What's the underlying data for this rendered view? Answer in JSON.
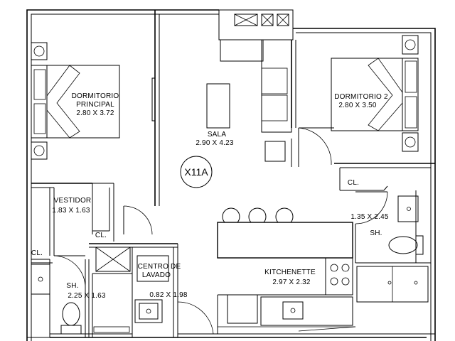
{
  "unit_tag": "X11A",
  "rooms": {
    "dormitorio_principal": {
      "name_line1": "DORMITORIO",
      "name_line2": "PRINCIPAL",
      "dims": "2.80 X 3.72"
    },
    "sala": {
      "name": "SALA",
      "dims": "2.90 X 4.23"
    },
    "dormitorio_2": {
      "name": "DORMITORIO 2",
      "dims": "2.80 X 3.50"
    },
    "vestidor": {
      "name": "VESTIDOR",
      "dims": "1.83 X 1.63"
    },
    "closet_left": {
      "name": "CL."
    },
    "closet_vestidor": {
      "name": "CL."
    },
    "closet_right": {
      "name": "CL."
    },
    "bath_left": {
      "name": "SH.",
      "dims": "2.25 X 1.63"
    },
    "centro_lavado": {
      "name_line1": "CENTRO DE",
      "name_line2": "LAVADO",
      "dims": "0.82 X 1.98"
    },
    "kitchenette": {
      "name": "KITCHENETTE",
      "dims": "2.97 X 2.32"
    },
    "bath_right": {
      "name": "SH.",
      "dims": "1.35 X 2.45"
    }
  }
}
